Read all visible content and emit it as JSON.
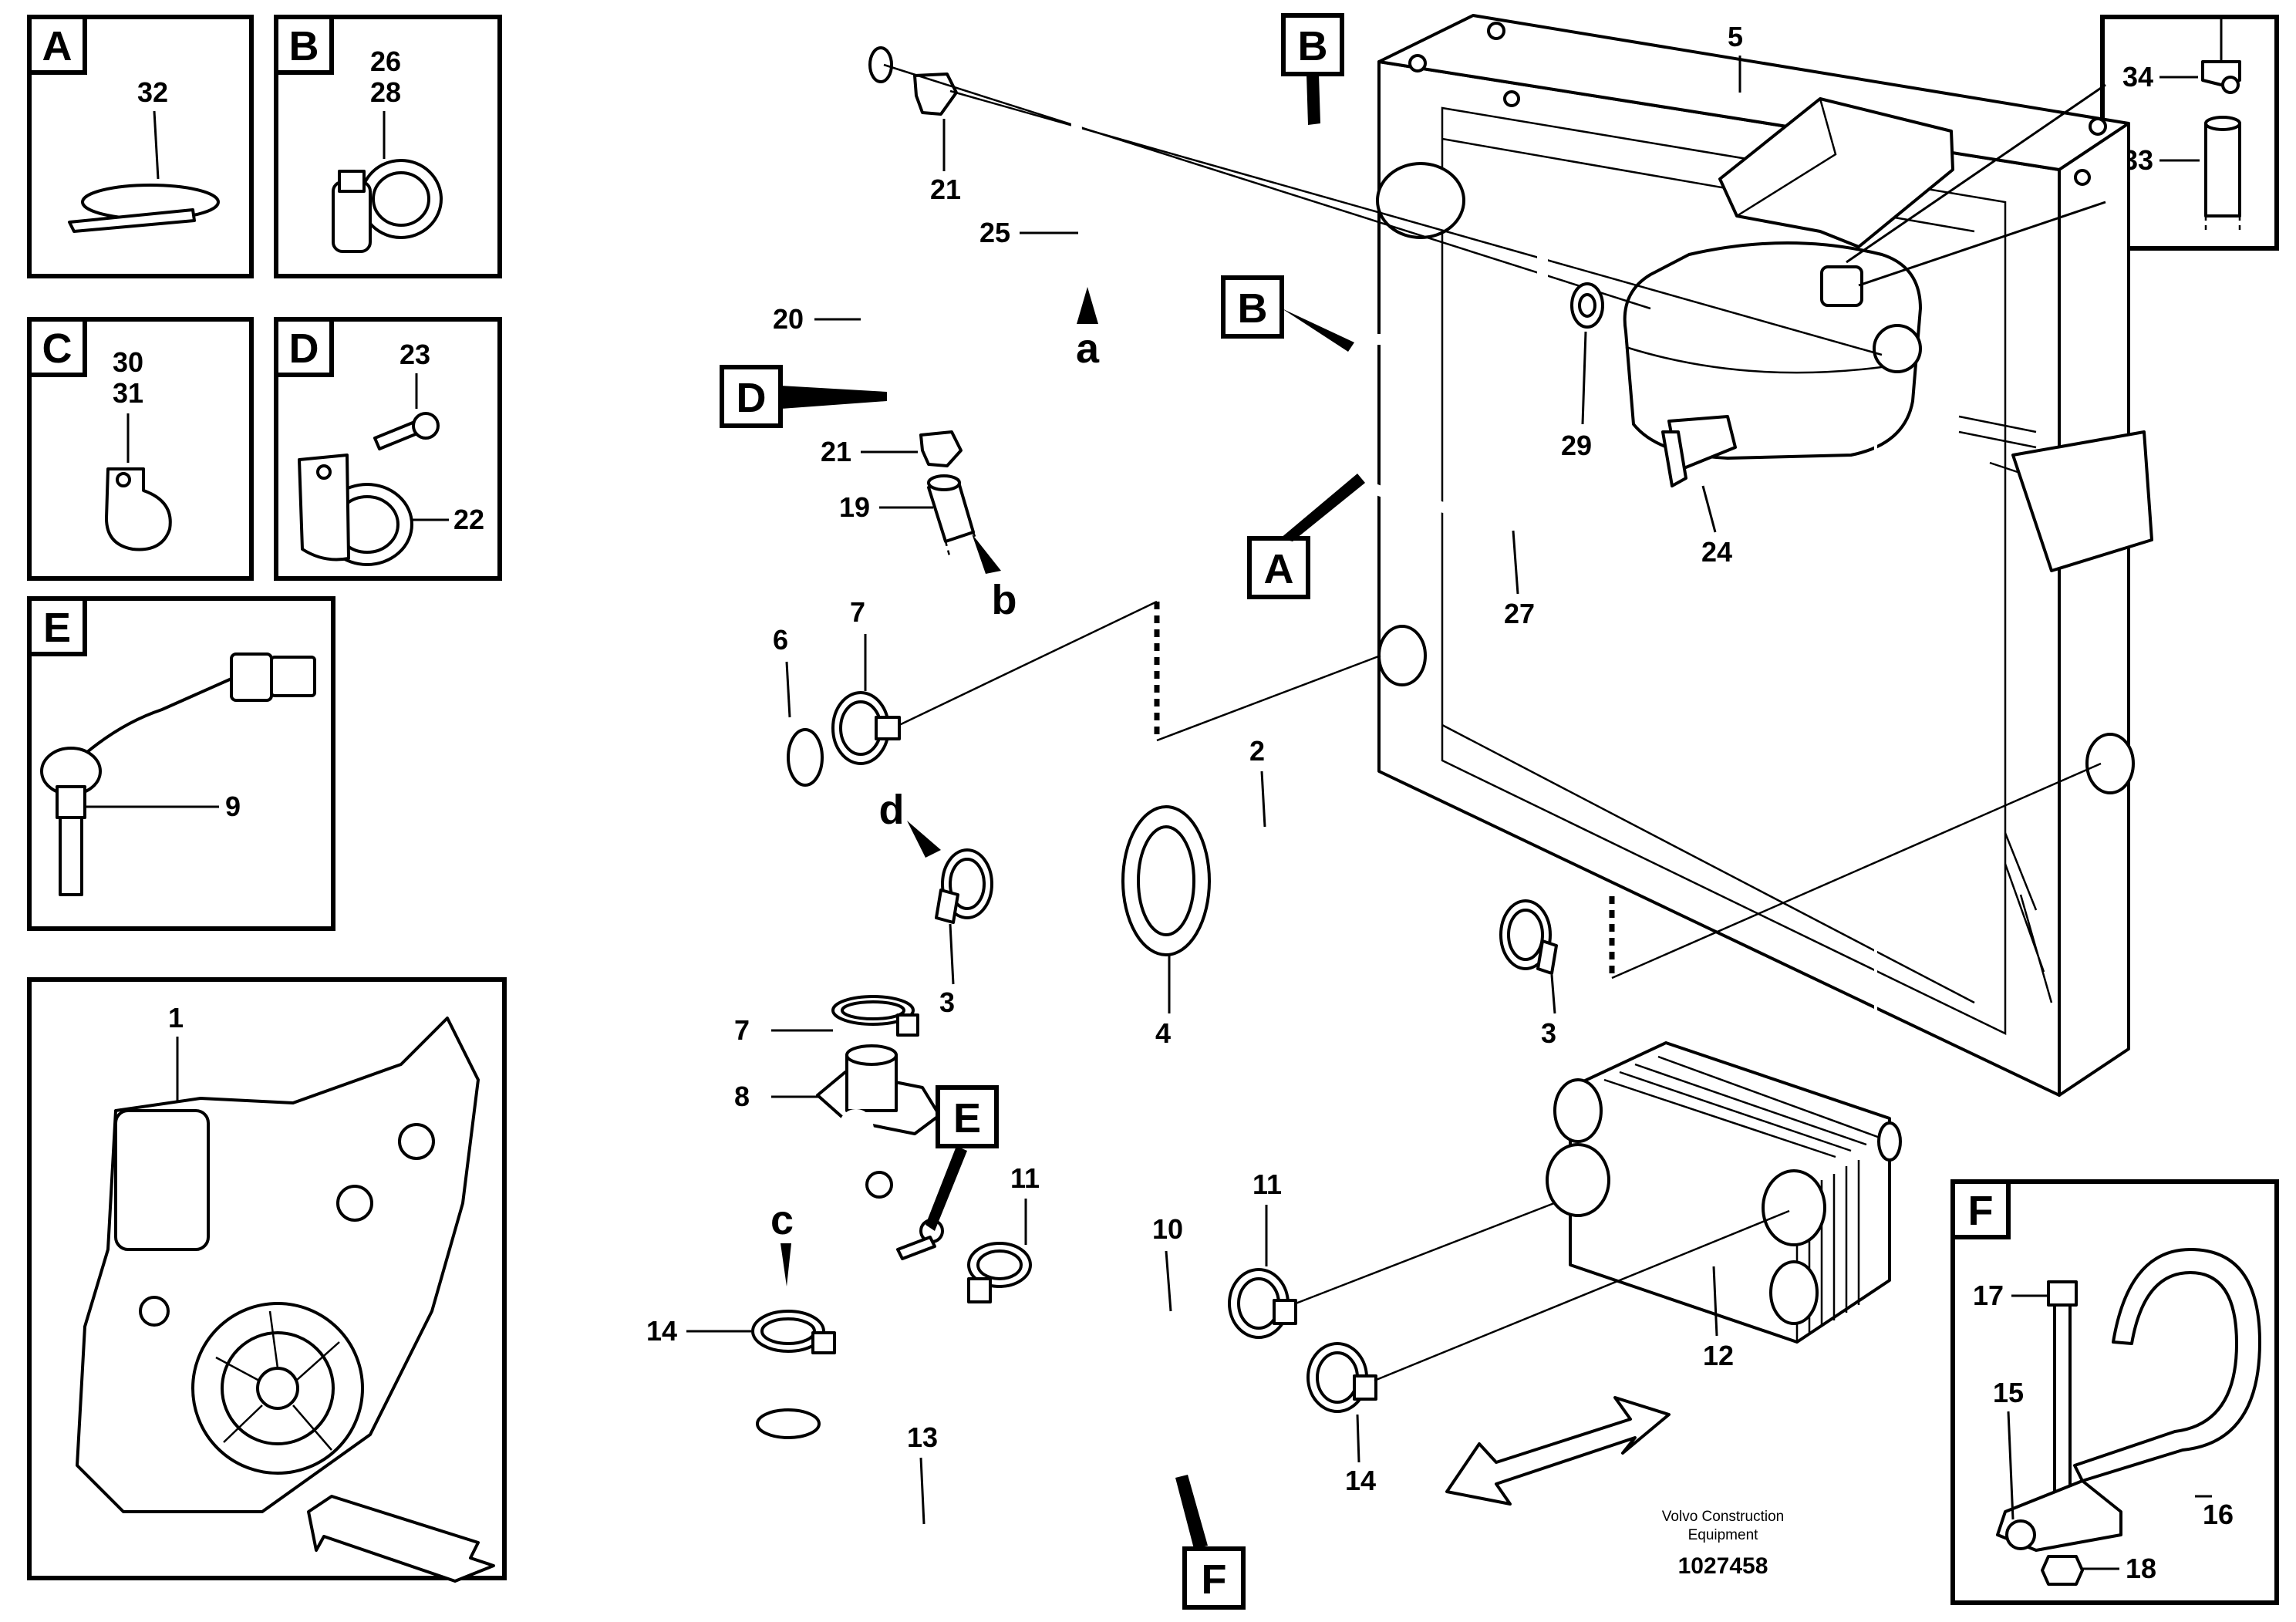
{
  "inset_tags": {
    "A": "A",
    "B": "B",
    "C": "C",
    "D": "D",
    "E": "E",
    "F": "F"
  },
  "main_tags": {
    "B_top": "B",
    "B_mid": "B",
    "A_mid": "A",
    "D_left": "D",
    "E_mid": "E",
    "F_bottom": "F"
  },
  "refs": {
    "a": "a",
    "b": "b",
    "c": "c",
    "d": "d"
  },
  "part_numbers": {
    "p1": "1",
    "p2": "2",
    "p3a": "3",
    "p3b": "3",
    "p4": "4",
    "p5": "5",
    "p6": "6",
    "p7a": "7",
    "p7b": "7",
    "p8": "8",
    "p9": "9",
    "p10": "10",
    "p11a": "11",
    "p11b": "11",
    "p12": "12",
    "p13": "13",
    "p14a": "14",
    "p14b": "14",
    "p15": "15",
    "p16": "16",
    "p17": "17",
    "p18": "18",
    "p19": "19",
    "p20": "20",
    "p21a": "21",
    "p21b": "21",
    "p22": "22",
    "p23": "23",
    "p24": "24",
    "p25": "25",
    "p26": "26",
    "p27": "27",
    "p28": "28",
    "p29": "29",
    "p30": "30",
    "p31": "31",
    "p32": "32",
    "p33": "33",
    "p34": "34"
  },
  "footer": {
    "brand_line1": "Volvo Construction",
    "brand_line2": "Equipment",
    "doc_number": "1027458"
  }
}
